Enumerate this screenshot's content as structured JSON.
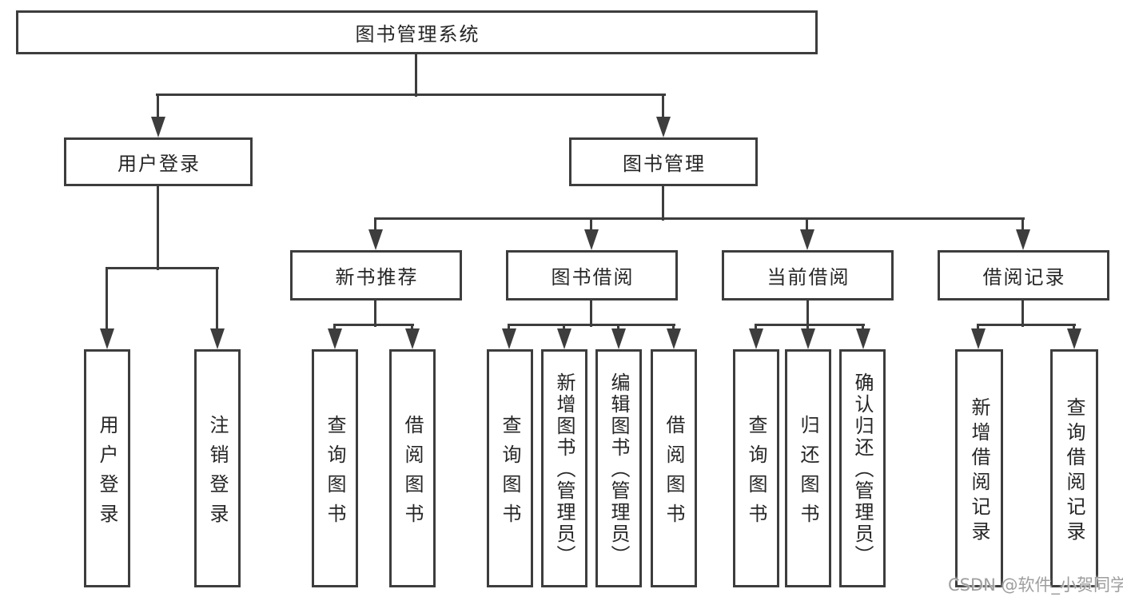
{
  "diagram": {
    "root": {
      "label": "图书管理系统"
    },
    "level2": [
      {
        "label": "用户登录"
      },
      {
        "label": "图书管理"
      }
    ],
    "level3": [
      {
        "label": "新书推荐"
      },
      {
        "label": "图书借阅"
      },
      {
        "label": "当前借阅"
      },
      {
        "label": "借阅记录"
      }
    ],
    "leaves": {
      "user_login": [
        "用户登录",
        "注销登录"
      ],
      "new_book_recommend": [
        "查询图书",
        "借阅图书"
      ],
      "book_borrow": [
        "查询图书",
        "新增图书（管理员）",
        "编辑图书（管理员）",
        "借阅图书"
      ],
      "current_borrow": [
        "查询图书",
        "归还图书",
        "确认归还（管理员）"
      ],
      "borrow_records": [
        "新增借阅记录",
        "查询借阅记录"
      ]
    },
    "colors": {
      "line": "#3d3d3d",
      "text": "#262626",
      "box_fill": "#ffffff",
      "watermark": "#9e9e9e"
    }
  },
  "watermark": {
    "text": "CSDN @软件_小贺同学"
  }
}
